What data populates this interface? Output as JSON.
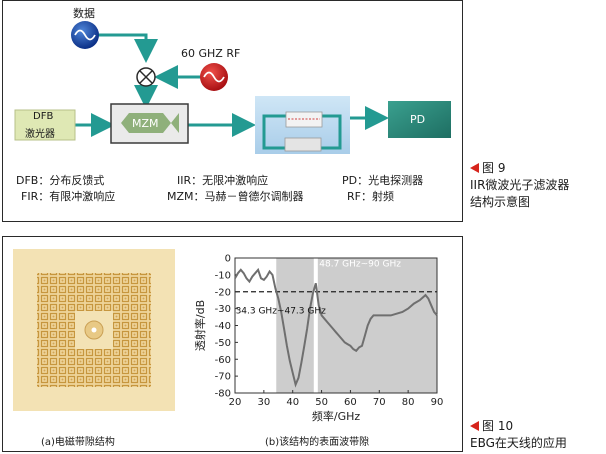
{
  "fig9": {
    "data_label": "数据",
    "rf_label": "60 GHZ RF",
    "dfb_box": [
      "DFB",
      "激光器"
    ],
    "mzm_box": "MZM",
    "pd_box": "PD",
    "legend": [
      "DFB：分布反馈式",
      "FIR：有限冲激响应",
      "IIR：无限冲激响应",
      "MZM：马赫－曾德尔调制器",
      "PD：光电探测器",
      "RF：射频"
    ],
    "caption": [
      "图 9",
      "IIR微波光子滤波器",
      "结构示意图"
    ]
  },
  "fig10": {
    "sub_a": "(a)电磁带隙结构",
    "sub_b": "(b)该结构的表面波带隙",
    "caption": [
      "图 10",
      "EBG在天线的应用"
    ],
    "annotation_left": "34.3 GHz~47.3 GHz",
    "annotation_right": "48.7 GHz~90 GHz"
  },
  "chart_data": {
    "type": "line",
    "xlabel": "频率/GHz",
    "ylabel": "透射率/dB",
    "xlim": [
      20,
      90
    ],
    "ylim": [
      -80,
      0
    ],
    "xticks": [
      20,
      30,
      40,
      50,
      60,
      70,
      80,
      90
    ],
    "yticks": [
      0,
      -10,
      -20,
      -30,
      -40,
      -50,
      -60,
      -70,
      -80
    ],
    "grid": false,
    "bandgaps": [
      [
        34.3,
        47.3
      ],
      [
        48.7,
        90
      ]
    ],
    "reference_line": -20,
    "series": [
      {
        "x": [
          20,
          21,
          22,
          23,
          24,
          25,
          26,
          27,
          28,
          29,
          30,
          31,
          32,
          33,
          34,
          35,
          36,
          37,
          38,
          39,
          40,
          41,
          42,
          43,
          44,
          45,
          46,
          47,
          48,
          49,
          50,
          51,
          52,
          53,
          54,
          55,
          56,
          57,
          58,
          59,
          60,
          61,
          62,
          63,
          64,
          65,
          66,
          67,
          68,
          70,
          72,
          74,
          76,
          78,
          80,
          82,
          84,
          86,
          87,
          88,
          89,
          90
        ],
        "y": [
          -12,
          -9,
          -7,
          -9,
          -12,
          -14,
          -11,
          -9,
          -7,
          -12,
          -13,
          -11,
          -8,
          -10,
          -18,
          -24,
          -32,
          -42,
          -52,
          -61,
          -68,
          -75,
          -71,
          -62,
          -52,
          -42,
          -30,
          -21,
          -15,
          -28,
          -34,
          -36,
          -38,
          -40,
          -42,
          -44,
          -46,
          -48,
          -50,
          -51,
          -52,
          -54,
          -55,
          -53,
          -52,
          -46,
          -40,
          -36,
          -34,
          -34,
          -34,
          -34,
          -33,
          -32,
          -30,
          -27,
          -25,
          -22,
          -24,
          -28,
          -32,
          -34
        ]
      }
    ]
  }
}
